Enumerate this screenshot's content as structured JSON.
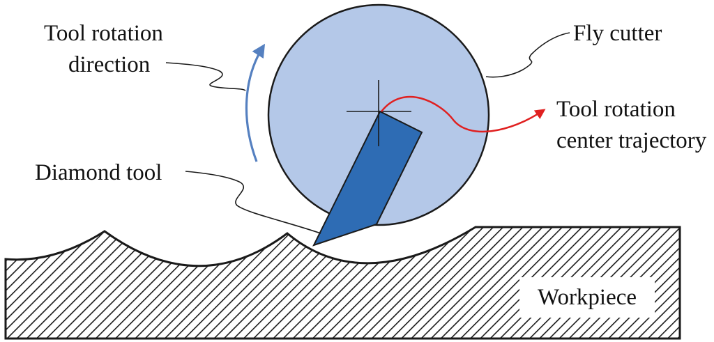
{
  "labels": {
    "tool_rotation_direction_line1": "Tool rotation",
    "tool_rotation_direction_line2": "direction",
    "fly_cutter": "Fly cutter",
    "tool_rotation_center_trajectory_line1": "Tool rotation",
    "tool_rotation_center_trajectory_line2": "center trajectory",
    "diamond_tool": "Diamond tool",
    "workpiece": "Workpiece"
  },
  "colors": {
    "fly_cutter_fill": "#b4c8e8",
    "diamond_tool_fill": "#2e6cb4",
    "rotation_arrow": "#5580c0",
    "trajectory_arrow": "#e02020",
    "outline": "#1a1a1a"
  }
}
